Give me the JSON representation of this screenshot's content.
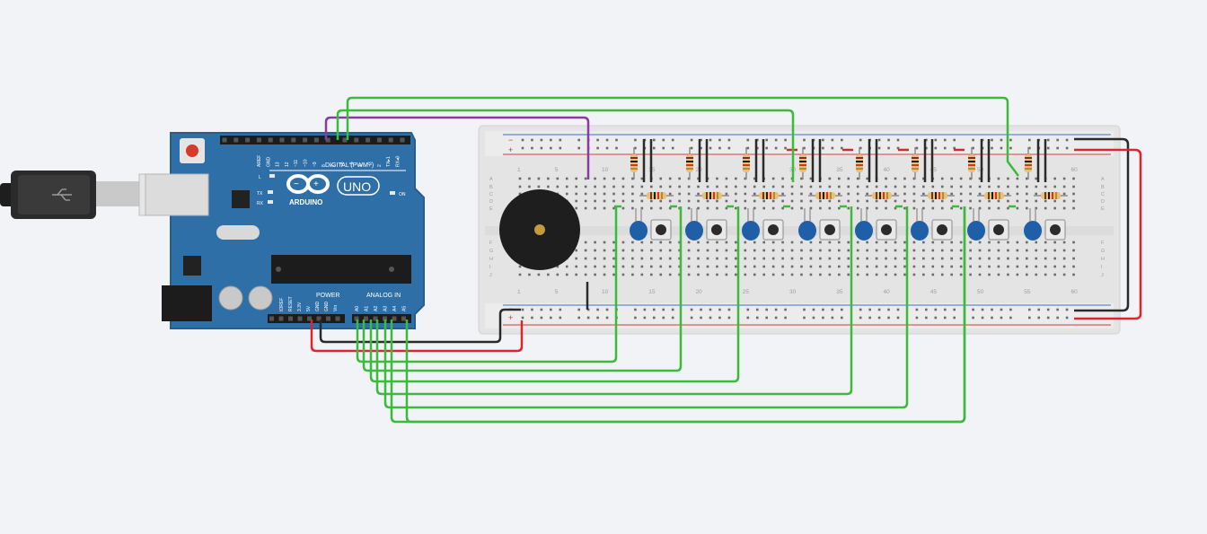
{
  "arduino": {
    "brand": "ARDUINO",
    "model": "UNO",
    "digital_label": "DIGITAL (PWM~)",
    "power_label": "POWER",
    "analog_label": "ANALOG IN",
    "led_labels": [
      "L",
      "TX",
      "RX",
      "ON"
    ],
    "digital_pins": [
      "AREF",
      "GND",
      "13",
      "12",
      "~11",
      "~10",
      "~9",
      "8",
      "7",
      "~6",
      "~5",
      "4",
      "~3",
      "2",
      "TX▸1",
      "RX◂0"
    ],
    "power_pins": [
      "IOREF",
      "RESET",
      "3.3V",
      "5V",
      "GND",
      "GND",
      "Vin"
    ],
    "analog_pins": [
      "A0",
      "A1",
      "A2",
      "A3",
      "A4",
      "A5"
    ]
  },
  "breadboard": {
    "column_numbers": [
      "1",
      "5",
      "10",
      "15",
      "20",
      "25",
      "30",
      "35",
      "40",
      "45",
      "50",
      "55",
      "60"
    ],
    "row_letters_top": [
      "A",
      "B",
      "C",
      "D",
      "E"
    ],
    "row_letters_bottom": [
      "F",
      "G",
      "H",
      "I",
      "J"
    ],
    "rail_signs": [
      "−",
      "+"
    ]
  },
  "components": {
    "resistor_count": 16,
    "capacitor_count": 8,
    "pushbutton_count": 8,
    "buzzer_count": 1
  },
  "colors": {
    "background": "#f2f3f6",
    "board_blue": "#2f6fa8",
    "board_edge": "#2a5d8e",
    "breadboard": "#e4e4e4",
    "wire_green": "#3cba3c",
    "wire_purple": "#8a3aa0",
    "wire_red": "#e0242c",
    "wire_black": "#2a2a2a",
    "capacitor_blue": "#1f5fa8",
    "resistor_body": "#e8c07a"
  }
}
